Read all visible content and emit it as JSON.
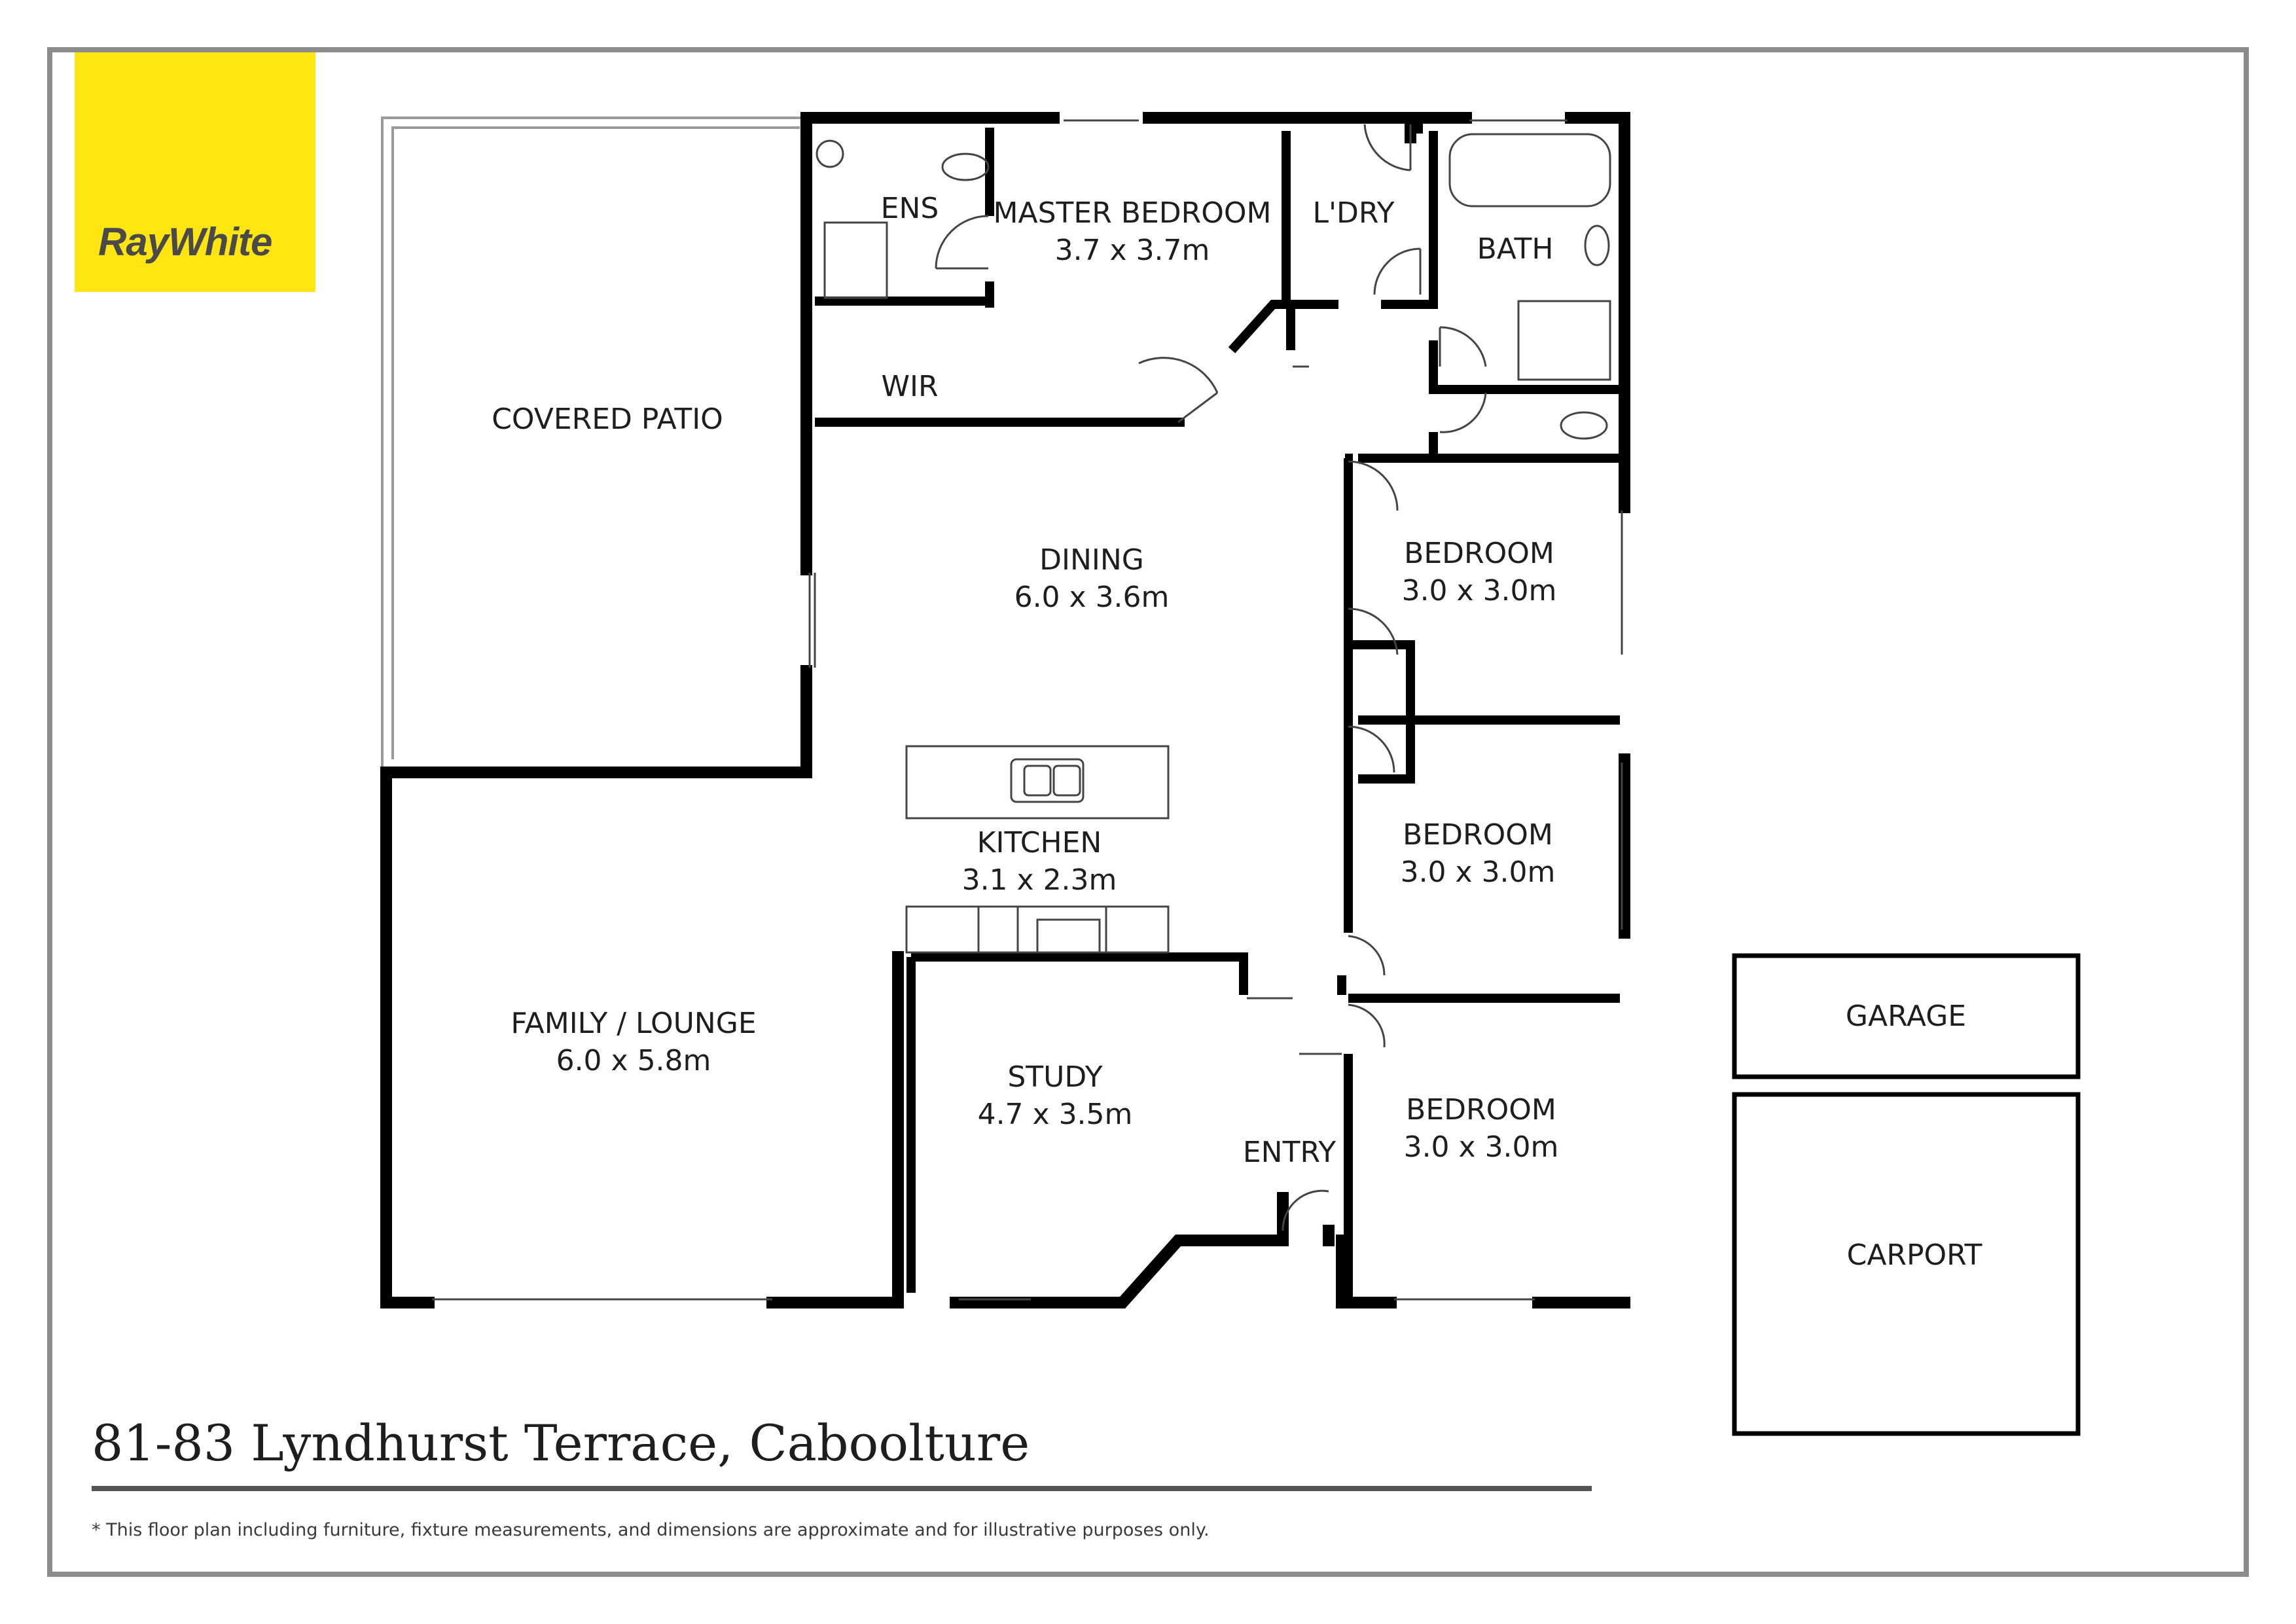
{
  "brand": {
    "logo_text": "RayWhite",
    "logo_color": "#ffe512"
  },
  "rooms": {
    "ens": {
      "name": "ENS"
    },
    "master_bedroom": {
      "name": "MASTER BEDROOM",
      "size": "3.7 x 3.7m"
    },
    "laundry": {
      "name": "L'DRY"
    },
    "bath": {
      "name": "BATH"
    },
    "wir": {
      "name": "WIR"
    },
    "covered_patio": {
      "name": "COVERED PATIO"
    },
    "dining": {
      "name": "DINING",
      "size": "6.0 x 3.6m"
    },
    "bedroom_1": {
      "name": "BEDROOM",
      "size": "3.0 x 3.0m"
    },
    "bedroom_2": {
      "name": "BEDROOM",
      "size": "3.0 x 3.0m"
    },
    "bedroom_3": {
      "name": "BEDROOM",
      "size": "3.0 x 3.0m"
    },
    "kitchen": {
      "name": "KITCHEN",
      "size": "3.1 x 2.3m"
    },
    "family_lounge": {
      "name": "FAMILY / LOUNGE",
      "size": "6.0 x 5.8m"
    },
    "study": {
      "name": "STUDY",
      "size": "4.7 x 3.5m"
    },
    "entry": {
      "name": "ENTRY"
    },
    "garage": {
      "name": "GARAGE"
    },
    "carport": {
      "name": "CARPORT"
    }
  },
  "address": "81-83 Lyndhurst Terrace, Caboolture",
  "disclaimer": "* This floor plan including furniture, fixture measurements, and dimensions are approximate and for illustrative purposes only."
}
